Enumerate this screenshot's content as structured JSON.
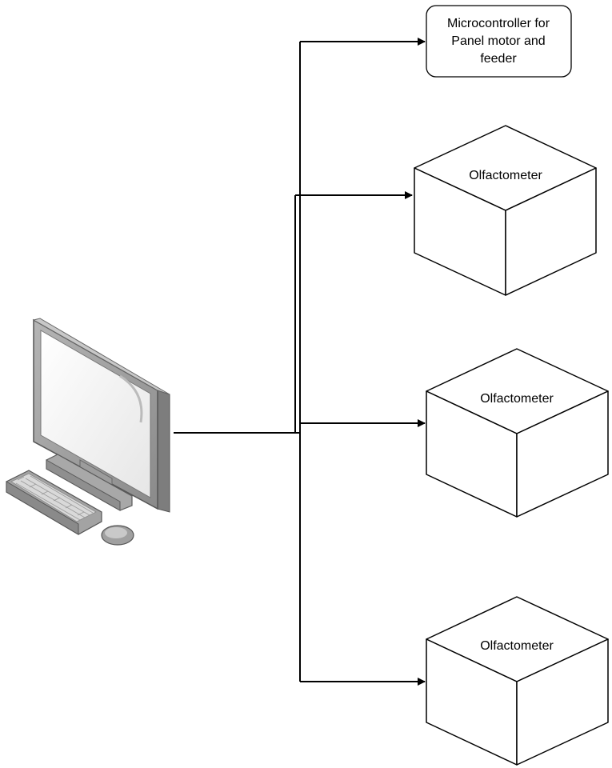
{
  "diagram": {
    "microcontroller": {
      "line1": "Microcontroller for",
      "line2": "Panel motor and",
      "line3": "feeder"
    },
    "olfactometers": [
      {
        "label": "Olfactometer"
      },
      {
        "label": "Olfactometer"
      },
      {
        "label": "Olfactometer"
      }
    ],
    "computer": {
      "icon": "desktop-computer-icon"
    },
    "colors": {
      "line": "#000000",
      "box_fill": "#ffffff",
      "monitor_frame": "#9a9a9a",
      "monitor_screen": "#f2f2f2"
    }
  }
}
